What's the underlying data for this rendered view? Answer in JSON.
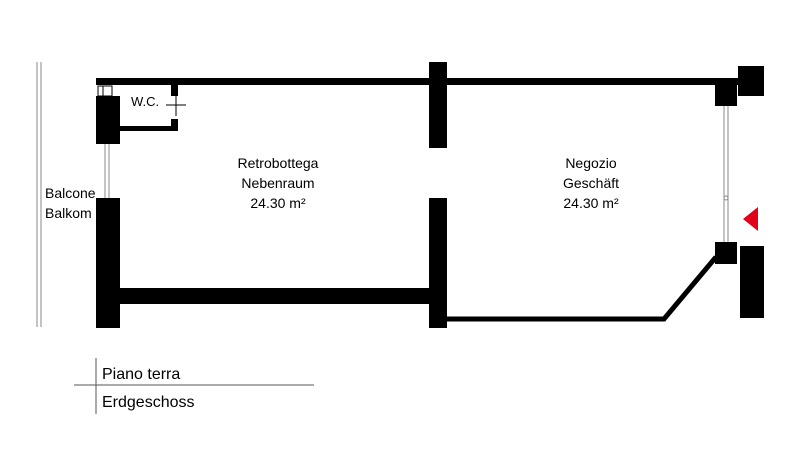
{
  "plan": {
    "rooms": [
      {
        "id": "retro",
        "name_it": "Retrobottega",
        "name_de": "Nebenraum",
        "area": "24.30 m²"
      },
      {
        "id": "negozio",
        "name_it": "Negozio",
        "name_de": "Geschäft",
        "area": "24.30 m²"
      }
    ],
    "wc_label": "W.C.",
    "balcony_it": "Balcone",
    "balcony_de": "Balkom",
    "legend_it": "Piano terra",
    "legend_de": "Erdgeschoss",
    "entrance_color": "#e3001b"
  }
}
